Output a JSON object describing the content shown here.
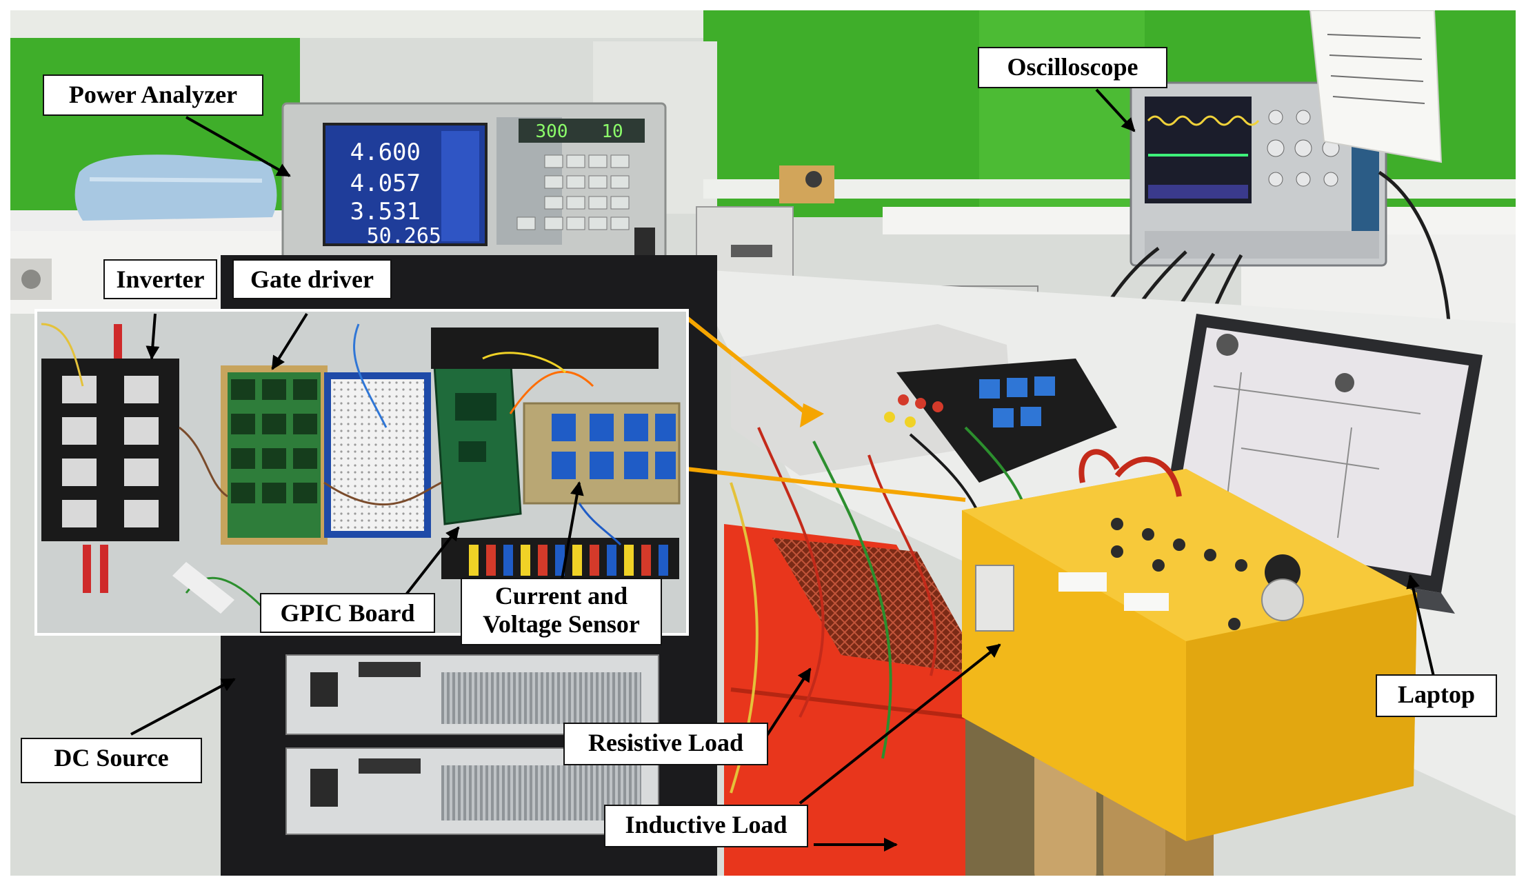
{
  "labels": {
    "power_analyzer": "Power Analyzer",
    "oscilloscope": "Oscilloscope",
    "inverter": "Inverter",
    "gate_driver": "Gate driver",
    "gpic_board": "GPIC Board",
    "sensor_line1": "Current and",
    "sensor_line2": "Voltage Sensor",
    "laptop": "Laptop",
    "dc_source": "DC Source",
    "resistive_load": "Resistive Load",
    "inductive_load": "Inductive Load"
  },
  "power_analyzer_readings": [
    "4.600",
    "4.057",
    "3.531",
    "50.265"
  ],
  "power_analyzer_ranges": [
    "300",
    "10"
  ],
  "colors": {
    "wall_green": "#3fae2a",
    "inductor_box_yellow": "#f2b81a",
    "table_red": "#e8361c",
    "rack_black": "#1b1b1d",
    "callout_arrow_orange": "#f5a500",
    "label_border": "#111111"
  }
}
